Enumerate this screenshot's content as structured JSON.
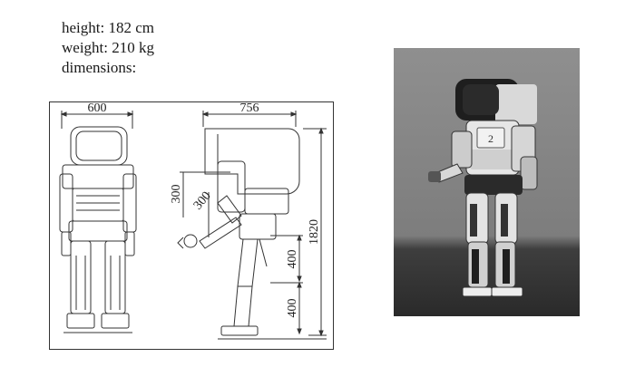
{
  "specs": {
    "height_label": "height:",
    "height_value": "182 cm",
    "weight_label": "weight:",
    "weight_value": "210 kg",
    "dimensions_label": "dimensions:"
  },
  "drawing": {
    "front_width": "600",
    "side_depth": "756",
    "upper_arm": "300",
    "forearm": "300",
    "total_height": "1820",
    "thigh": "400",
    "shin": "400"
  },
  "photo": {
    "chest_marking": "2"
  }
}
